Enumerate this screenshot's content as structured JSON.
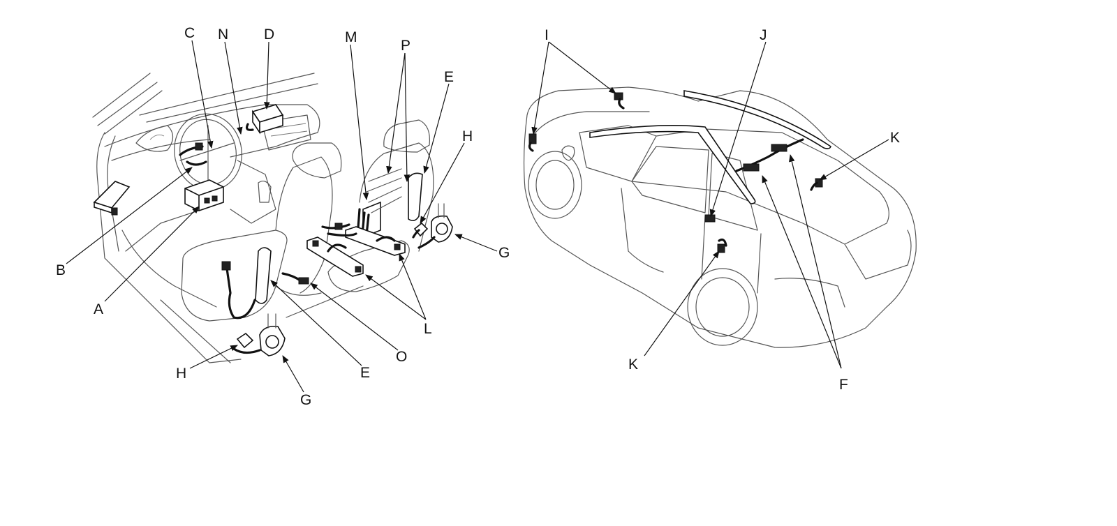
{
  "callouts": {
    "a": "A",
    "b": "B",
    "c": "C",
    "n": "N",
    "d": "D",
    "m": "M",
    "p": "P",
    "e_top": "E",
    "h_right": "H",
    "g_right": "G",
    "l": "L",
    "o": "O",
    "e_bottom": "E",
    "g_bottom": "G",
    "h_bottom": "H",
    "i": "I",
    "j": "J",
    "k_right": "K",
    "k_bottom": "K",
    "f": "F"
  }
}
